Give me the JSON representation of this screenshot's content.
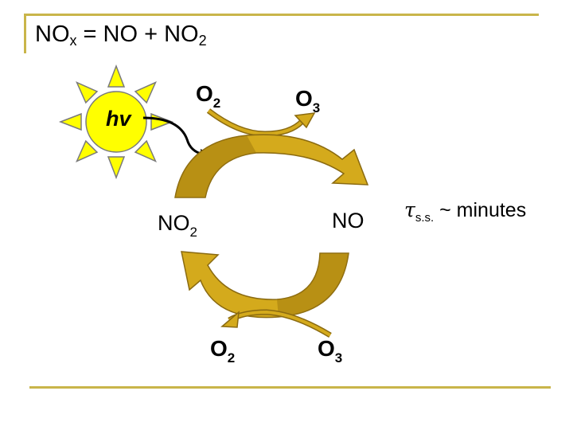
{
  "title": {
    "main": "NO",
    "sub": "x",
    "rest": " = NO + NO",
    "rest_sub": "2"
  },
  "sun": {
    "label": "hv",
    "fill": "#ffff00",
    "stroke": "#7a7a7a"
  },
  "upper_cycle": {
    "input_left": {
      "main": "O",
      "sub": "2"
    },
    "output_right": {
      "main": "O",
      "sub": "3"
    }
  },
  "species": {
    "left": {
      "main": "NO",
      "sub": "2"
    },
    "right": {
      "main": "NO"
    }
  },
  "lower_cycle": {
    "input_left": {
      "main": "O",
      "sub": "2"
    },
    "output_right": {
      "main": "O",
      "sub": "3"
    }
  },
  "lifetime": {
    "symbol": "τ",
    "sub": "s.s.",
    "text": " ~ minutes"
  },
  "colors": {
    "arrow_fill": "#d4aa1c",
    "arrow_dark": "#a17a0e",
    "frame": "#c9b54a"
  }
}
